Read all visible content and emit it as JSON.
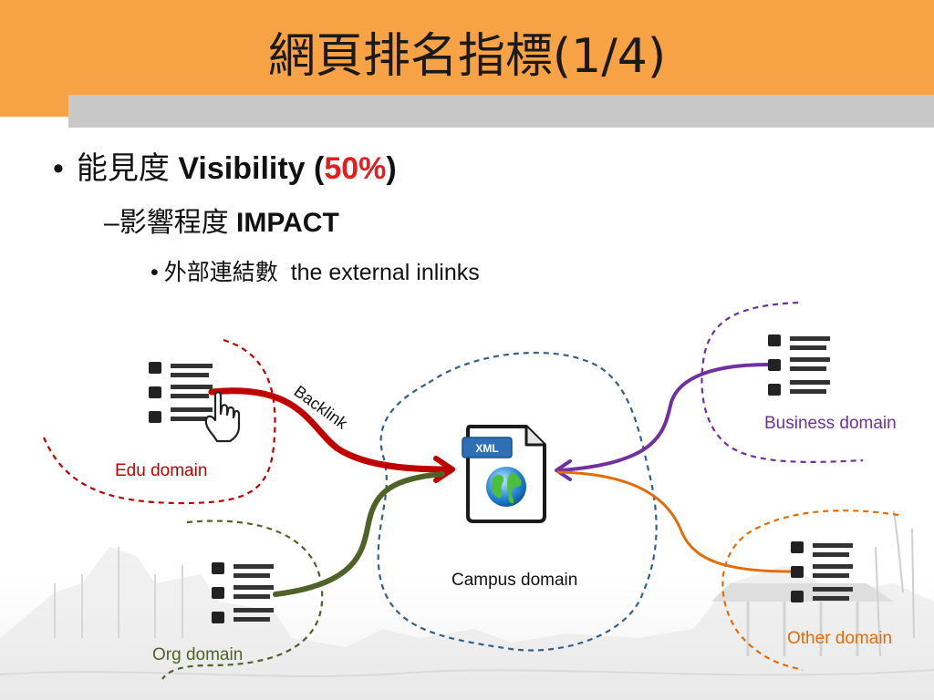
{
  "title": "網頁排名指標(1/4)",
  "bullets": {
    "level1": {
      "marker": "•",
      "cjk": "能見度",
      "english": "Visibility (",
      "percent": "50%",
      "close": ")"
    },
    "level2": {
      "marker": "–",
      "cjk": "影響程度",
      "english": "IMPACT"
    },
    "level3": {
      "marker": "•",
      "cjk": "外部連結數",
      "english": "the external inlinks"
    }
  },
  "diagram": {
    "backlink_label": "Backlink",
    "file_icon_text": "XML",
    "domains": {
      "edu": "Edu domain",
      "org": "Org domain",
      "campus": "Campus domain",
      "business": "Business domain",
      "other": "Other domain"
    }
  },
  "colors": {
    "title_bar": "#f7a244",
    "title_gray": "#c8c8c8",
    "edu": "#c00000",
    "org": "#4f6228",
    "campus": "#35608a",
    "business": "#7030a0",
    "other": "#e36c09",
    "percent": "#e02020"
  },
  "icons": [
    "list-icon",
    "hand-cursor-icon",
    "xml-globe-file-icon",
    "arrow-icon"
  ]
}
